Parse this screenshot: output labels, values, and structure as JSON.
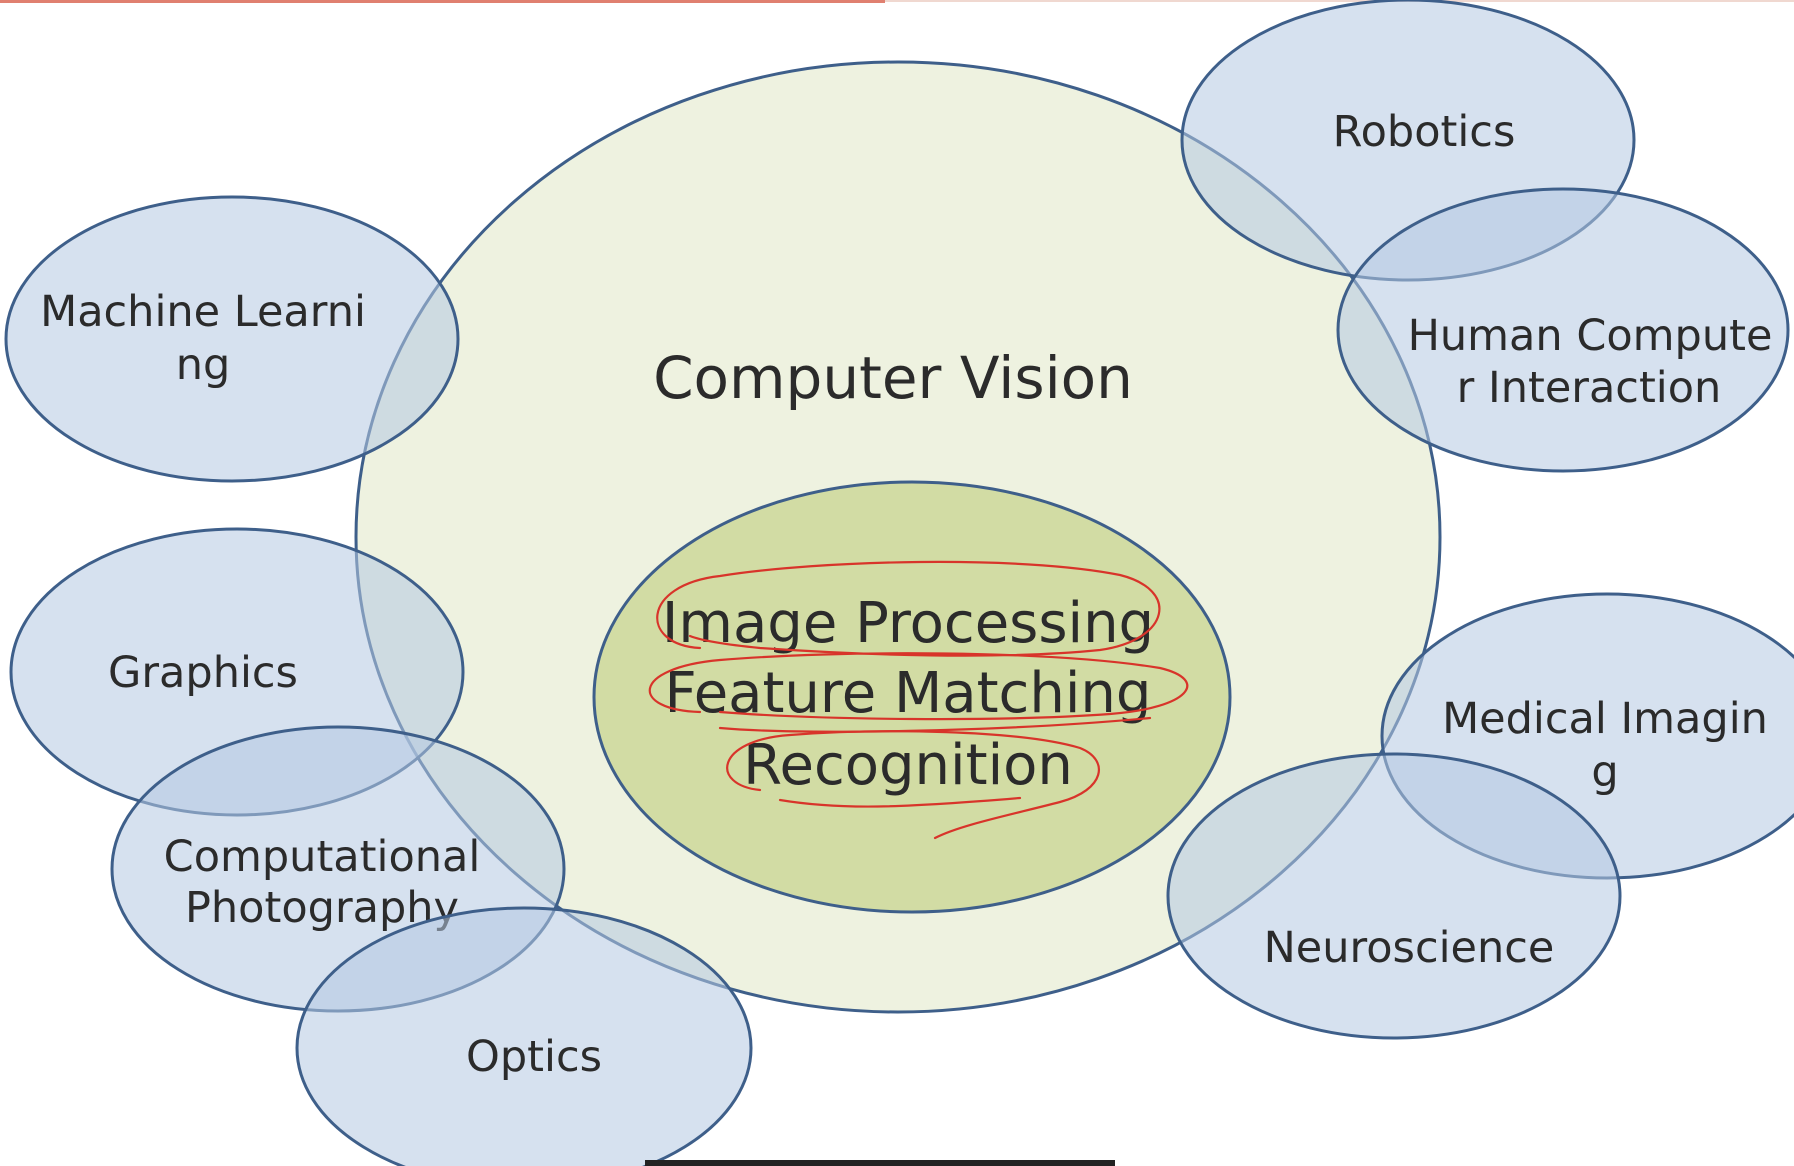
{
  "central": {
    "title": "Computer Vision",
    "core_lines": [
      "Image Processing",
      "Feature Matching",
      "Recognition"
    ]
  },
  "satellites": {
    "robotics": [
      "Robotics"
    ],
    "hci": [
      "Human Compute",
      "r Interaction"
    ],
    "machine_learning": [
      "Machine Learni",
      "ng"
    ],
    "graphics": [
      "Graphics"
    ],
    "comp_photo": [
      "Computational",
      "Photography"
    ],
    "optics": [
      "Optics"
    ],
    "medical": [
      "Medical Imagin",
      "g"
    ],
    "neuro": [
      "Neuroscience"
    ]
  },
  "colors": {
    "outer_fill": "#eef2e0",
    "outer_stroke": "#3e5f8a",
    "core_fill": "#d2dca4",
    "satellite_fill": "#b4c8e1",
    "satellite_stroke": "#3e5f8a",
    "annotation": "#d8342a",
    "top_bar_left": "#e08070"
  }
}
